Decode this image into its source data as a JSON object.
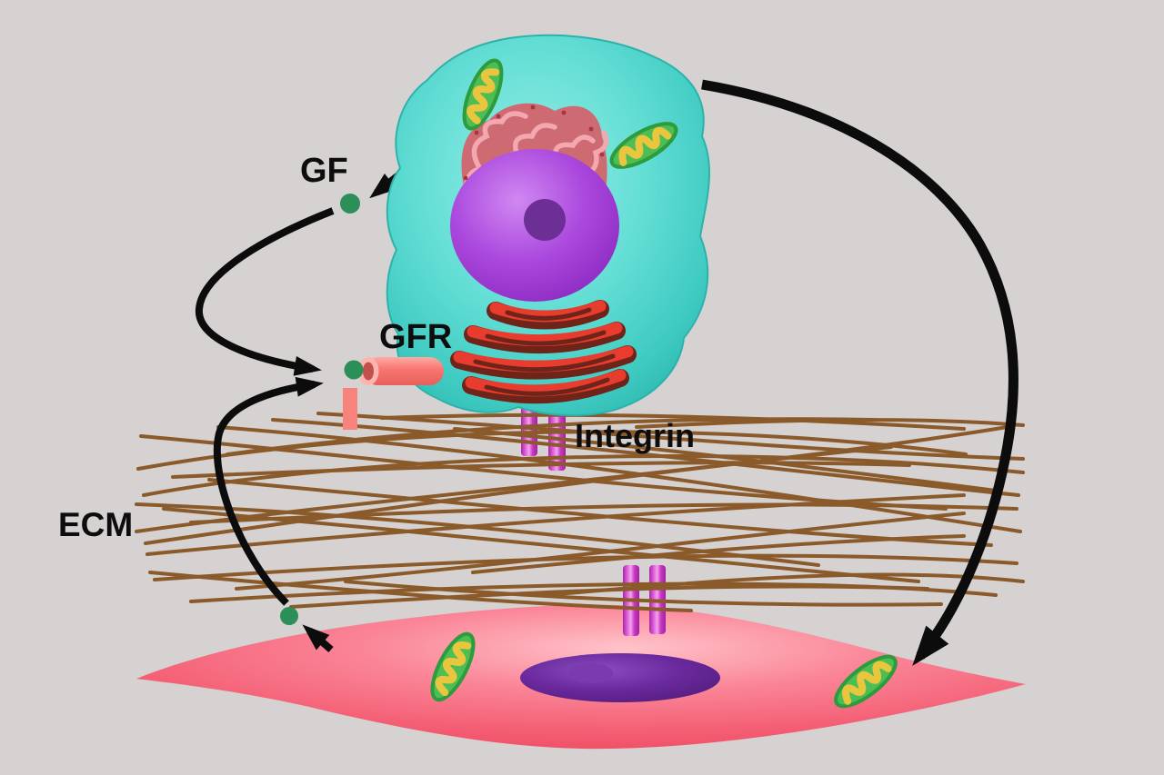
{
  "diagram": {
    "labels": {
      "gf": "GF",
      "gfr": "GFR",
      "integrin": "Integrin",
      "ecm": "ECM"
    },
    "colors": {
      "background": "#d5d2d1",
      "upper_cell_teal": "#46cfc6",
      "lower_cell_pink": "#f7667c",
      "nucleus_purple": "#a746d8",
      "nucleolus_dark_purple": "#6b2f96",
      "lower_nucleus_purple": "#5e2391",
      "er_rose": "#cd6a72",
      "er_ribbon_pink": "#f4a7ae",
      "golgi_red": "#e73c2e",
      "golgi_dark_maroon": "#6f241a",
      "mitochondrion_green": "#4dbd55",
      "mitochondrion_rim_green": "#2e9b3d",
      "crista_yellow": "#e9c63d",
      "ecm_fiber_brown": "#8a5a2b",
      "integrin_magenta": "#c935c3",
      "receptor_salmon": "#f8837d",
      "growth_factor_green": "#2c8e58",
      "arrow_black": "#0c0c0c"
    }
  }
}
